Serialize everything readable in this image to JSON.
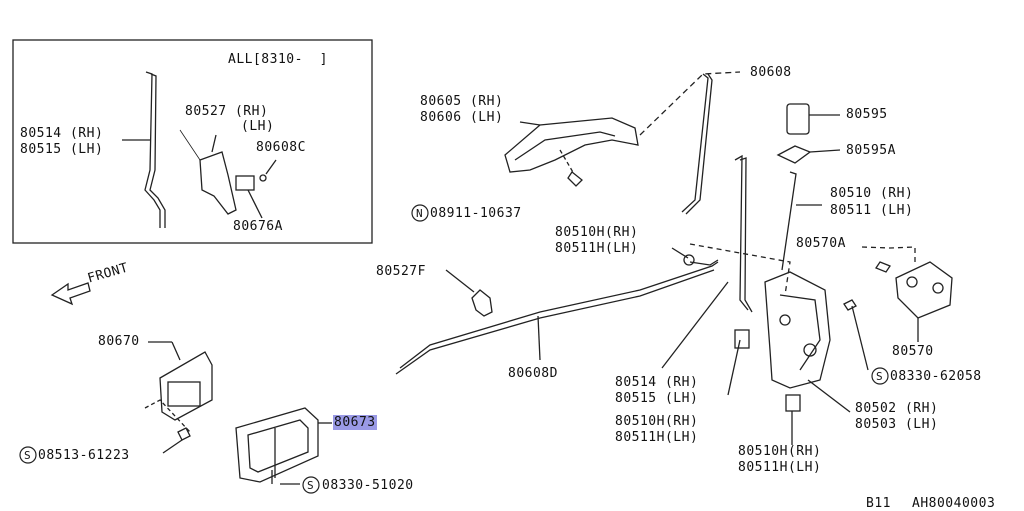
{
  "inset": {
    "header": "ALL[8310-  ]"
  },
  "labels": {
    "l80514_inset": "80514 (RH)",
    "l80515_inset": "80515 (LH)",
    "l80527_rh": "80527 (RH)",
    "l80527_lh": "(LH)",
    "l80608c": "80608C",
    "l80676a": "80676A",
    "l80605": "80605 (RH)",
    "l80606": "80606 (LH)",
    "l80608": "80608",
    "l80595": "80595",
    "l80595a": "80595A",
    "l80510": "80510 (RH)",
    "l80511": "80511 (LH)",
    "n08911": "08911-10637",
    "l80510h_top": "80510H(RH)",
    "l80511h_top": "80511H(LH)",
    "l80527f": "80527F",
    "l80570a": "80570A",
    "l80570": "80570",
    "s08330_62058": "08330-62058",
    "l80502": "80502 (RH)",
    "l80503": "80503 (LH)",
    "l80514_main": "80514 (RH)",
    "l80515_main": "80515 (LH)",
    "l80510h_mid": "80510H(RH)",
    "l80511h_mid": "80511H(LH)",
    "l80510h_bot": "80510H(RH)",
    "l80511h_bot": "80511H(LH)",
    "l80608d": "80608D",
    "l80670": "80670",
    "s08513": "08513-61223",
    "l80673": "80673",
    "s08330_51020": "08330-51020",
    "front": "FRONT",
    "code_b11": "B11",
    "code_ah": "AH80040003"
  },
  "markers": {
    "n": "N",
    "s": "S"
  }
}
